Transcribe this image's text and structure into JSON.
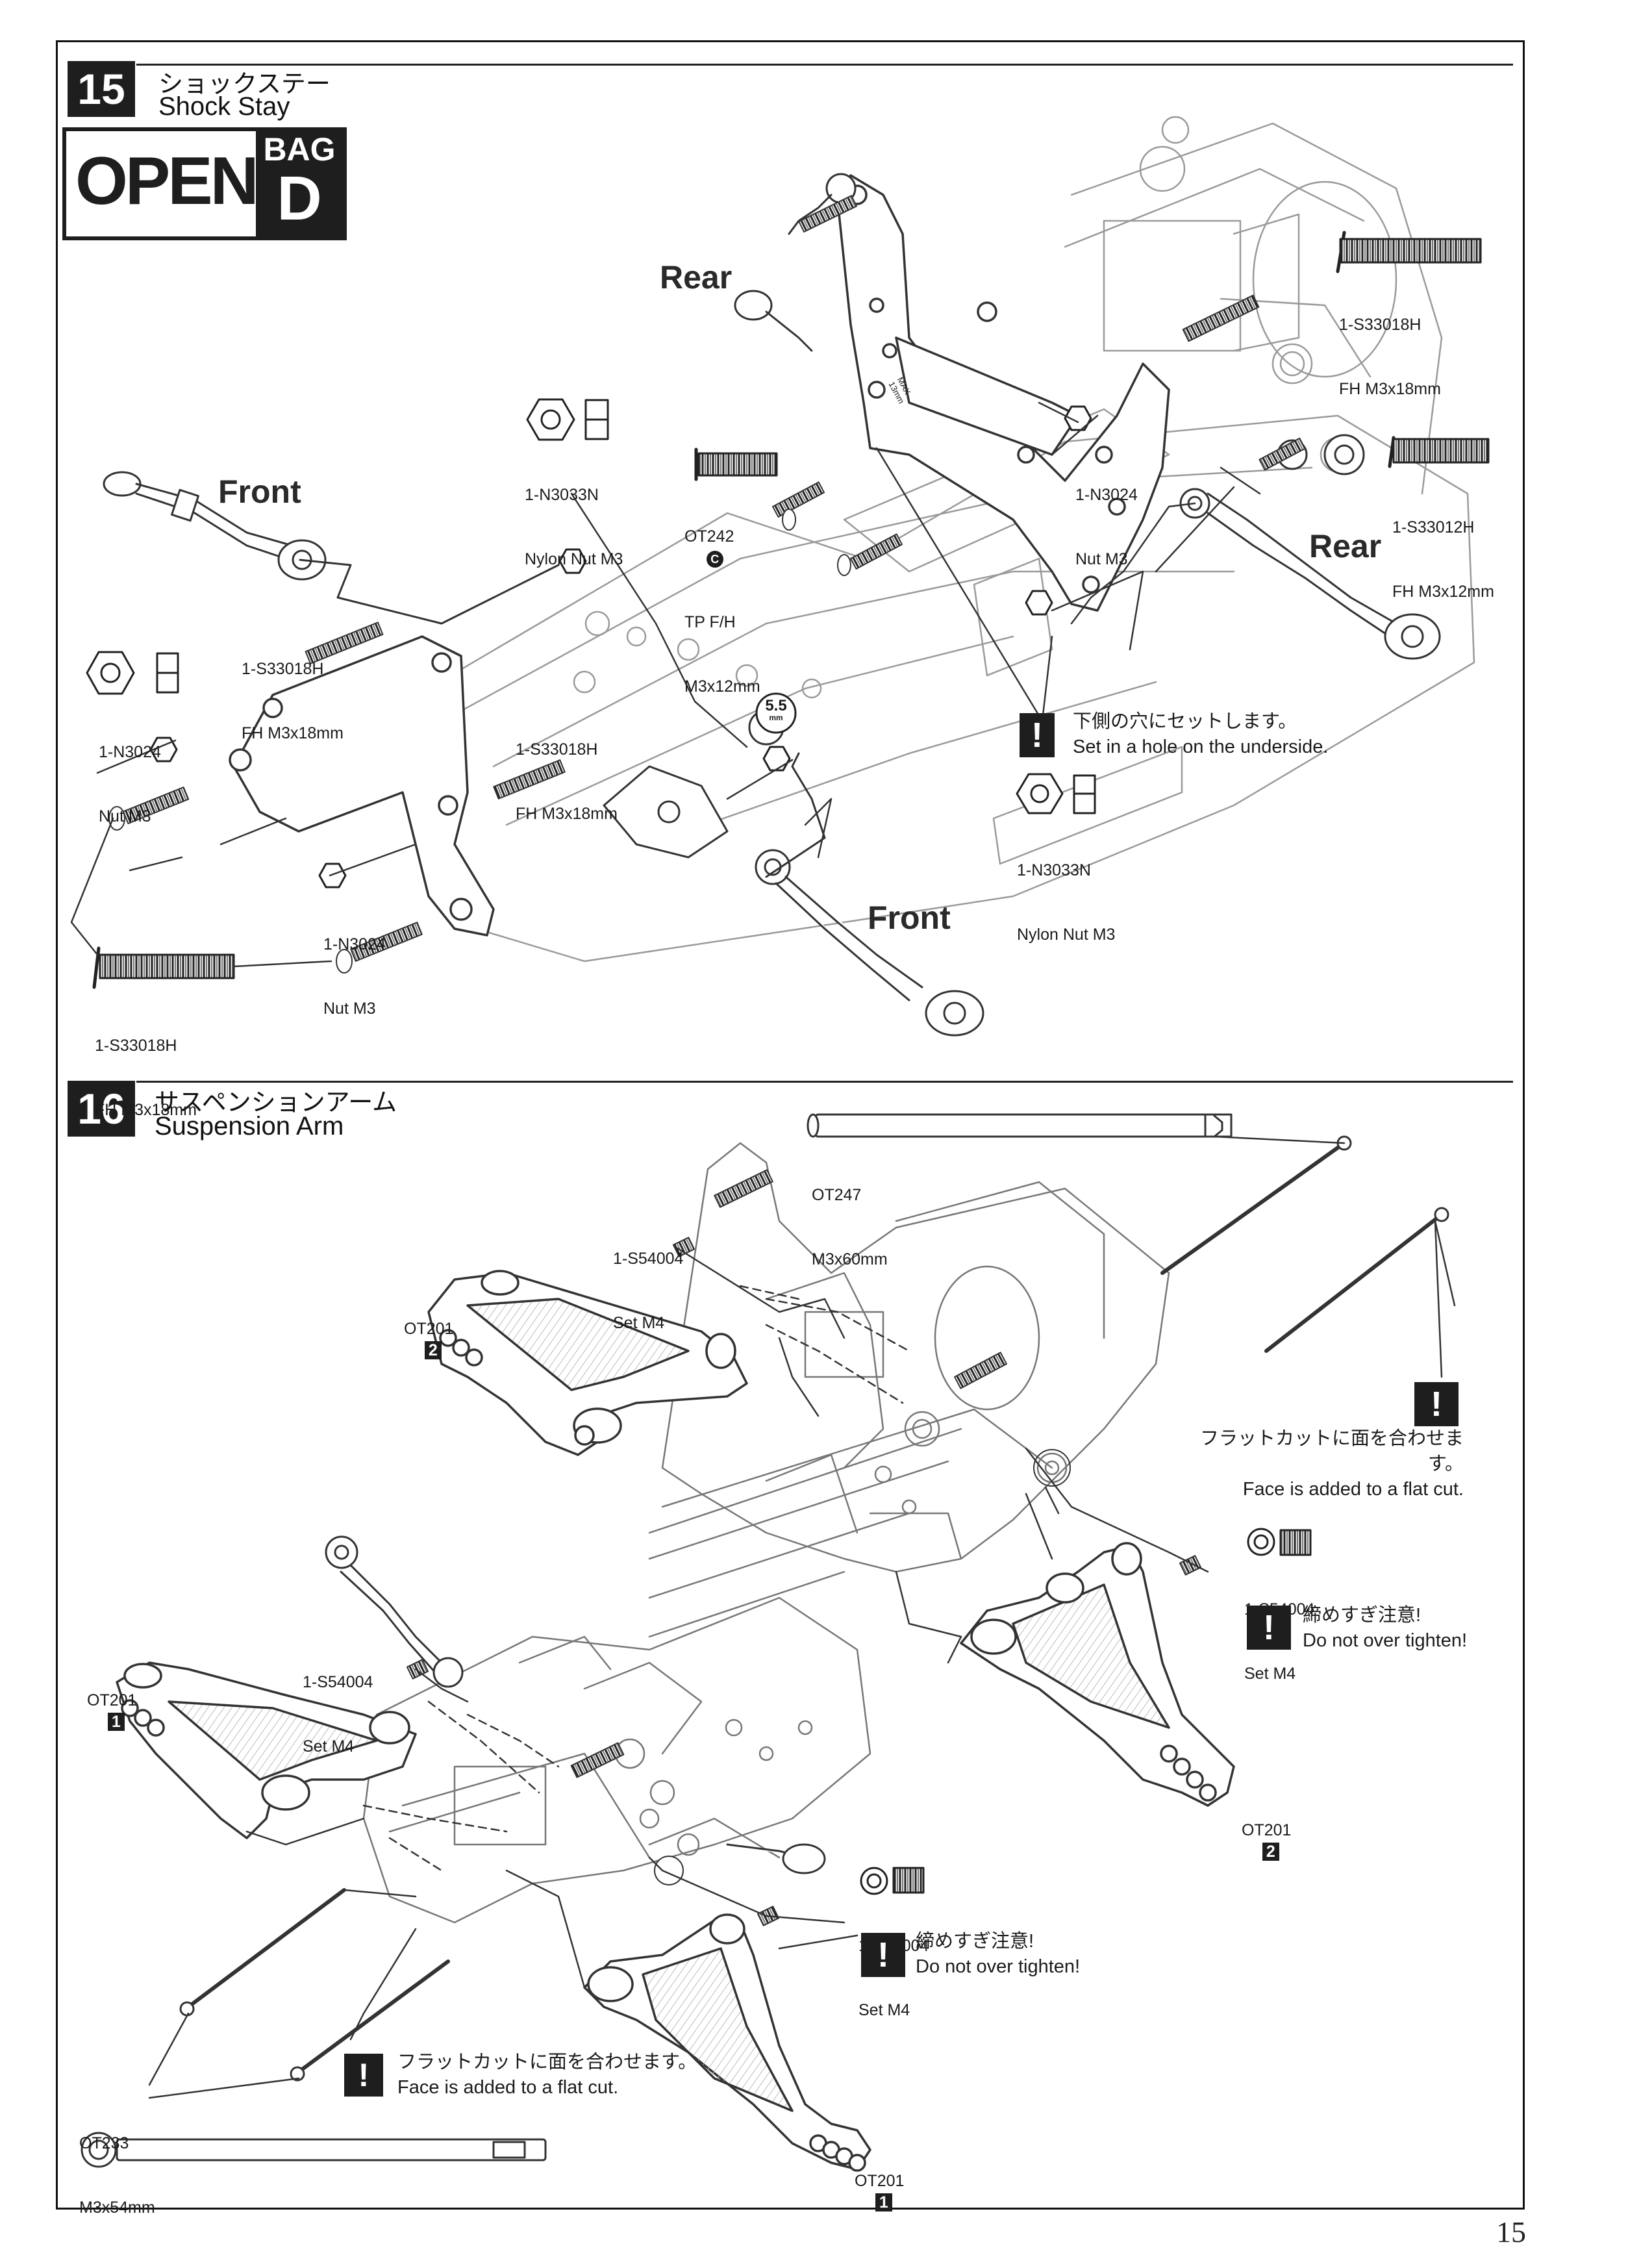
{
  "page_number": "15",
  "step15": {
    "number": "15",
    "title_jp": "ショックステー",
    "title_en": "Shock Stay",
    "open_label": "OPEN",
    "bag_label": "BAG",
    "bag_letter": "D",
    "labels": {
      "rear_left": "Rear",
      "rear_right": "Rear",
      "front_left": "Front",
      "front_right": "Front",
      "part_s33018h_top_right": [
        "1-S33018H",
        "FH M3x18mm"
      ],
      "part_s33012h": [
        "1-S33012H",
        "FH M3x12mm"
      ],
      "part_n3024_upper": [
        "1-N3024",
        "Nut M3"
      ],
      "part_n3033n_top": [
        "1-N3033N",
        "Nylon Nut M3"
      ],
      "part_ot242": [
        "OT242",
        "TP F/H",
        "M3x12mm"
      ],
      "part_ot242_badge": "C",
      "part_s33018h_left": [
        "1-S33018H",
        "FH M3x18mm"
      ],
      "part_n3024_left": [
        "1-N3024",
        "Nut M3"
      ],
      "part_s33018h_center": [
        "1-S33018H",
        "FH M3x18mm"
      ],
      "part_n3024_bottom": [
        "1-N3024",
        "Nut M3"
      ],
      "part_s33018h_bottom": [
        "1-S33018H",
        "FH M3x18mm"
      ],
      "part_n3033n_right": [
        "1-N3033N",
        "Nylon Nut M3"
      ],
      "wrench_size": "5.5",
      "wrench_unit": "mm",
      "stay_max": "MAX",
      "stay_max_value": "13mm"
    },
    "note_underside": {
      "jp": "下側の穴にセットします。",
      "en": "Set in a hole on the underside."
    }
  },
  "step16": {
    "number": "16",
    "title_jp": "サスペンションアーム",
    "title_en": "Suspension Arm",
    "labels": {
      "part_ot247": [
        "OT247",
        "M3x60mm"
      ],
      "part_s54004_top": [
        "1-S54004",
        "Set M4"
      ],
      "part_ot201_2_top": "OT201",
      "part_ot201_2_top_badge": "2",
      "part_s54004_right": [
        "1-S54004",
        "Set M4"
      ],
      "part_ot201_2_right": "OT201",
      "part_ot201_2_right_badge": "2",
      "part_ot201_1_left": "OT201",
      "part_ot201_1_left_badge": "1",
      "part_s54004_left": [
        "1-S54004",
        "Set M4"
      ],
      "part_s54004_bottom": [
        "1-S54004",
        "Set M4"
      ],
      "part_ot201_1_bottom": "OT201",
      "part_ot201_1_bottom_badge": "1",
      "part_ot233": [
        "OT233",
        "M3x54mm"
      ]
    },
    "note_flatcut_right": {
      "jp": "フラットカットに面を合わせます。",
      "en": "Face is added to a flat cut."
    },
    "note_overtighten_right": {
      "jp": "締めすぎ注意!",
      "en": "Do not over tighten!"
    },
    "note_overtighten_bottom": {
      "jp": "締めすぎ注意!",
      "en": "Do not over tighten!"
    },
    "note_flatcut_bottom": {
      "jp": "フラットカットに面を合わせます。",
      "en": "Face is added to a flat cut."
    }
  },
  "warning_symbol": "!"
}
